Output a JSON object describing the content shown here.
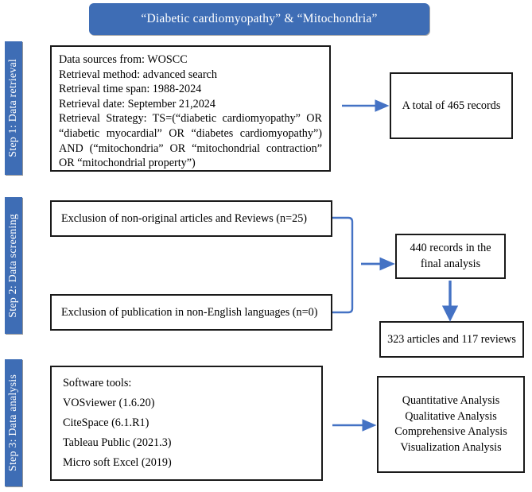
{
  "title": {
    "text": "“Diabetic cardiomyopathy” & “Mitochondria”"
  },
  "colors": {
    "accent_blue": "#3E6DB5",
    "arrow_blue": "#4472C4",
    "box_border": "#1a1a1a",
    "box_fill": "#FFFFFF",
    "text": "#000000"
  },
  "steps": [
    {
      "id": "step1",
      "label": "Step 1: Data retrieval"
    },
    {
      "id": "step2",
      "label": "Step 2: Data screening"
    },
    {
      "id": "step3",
      "label": "Step 3: Data analysis"
    }
  ],
  "step1": {
    "retrieval_box": {
      "line1": "Data sources from: WOSCC",
      "line2": "Retrieval method: advanced search",
      "line3": "Retrieval time span: 1988-2024",
      "line4": "Retrieval date: September 21,2024",
      "line5": "Retrieval Strategy: TS=(“diabetic cardiomyopathy” OR “diabetic myocardial” OR “diabetes cardiomyopathy”) AND (“mitochondria” OR “mitochondrial contraction” OR “mitochondrial property”)"
    },
    "records_box": {
      "text": "A total of 465 records"
    }
  },
  "step2": {
    "exclusion_box_1": {
      "text": "Exclusion of non-original articles and Reviews (n=25)"
    },
    "exclusion_box_2": {
      "text": "Exclusion of publication in non-English languages (n=0)"
    },
    "final_box": {
      "line1": "440 records in the",
      "line2": "final analysis"
    },
    "breakdown_box": {
      "text": "323 articles and 117 reviews"
    }
  },
  "step3": {
    "software_box": {
      "line1": "Software tools:",
      "line2": "VOSviewer (1.6.20)",
      "line3": "CiteSpace (6.1.R1)",
      "line4": "Tableau Public (2021.3)",
      "line5": "Micro soft Excel (2019)"
    },
    "analysis_box": {
      "line1": "Quantitative Analysis",
      "line2": "Qualitative Analysis",
      "line3": "Comprehensive Analysis",
      "line4": "Visualization Analysis"
    }
  },
  "connectors": [
    {
      "name": "arrow-retrieval-to-records",
      "kind": "arrow-right"
    },
    {
      "name": "bracket-exclusions-merge",
      "kind": "bracket"
    },
    {
      "name": "arrow-bracket-to-final",
      "kind": "arrow-right"
    },
    {
      "name": "arrow-final-to-breakdown",
      "kind": "arrow-down"
    },
    {
      "name": "arrow-software-to-analysis",
      "kind": "arrow-right"
    }
  ]
}
